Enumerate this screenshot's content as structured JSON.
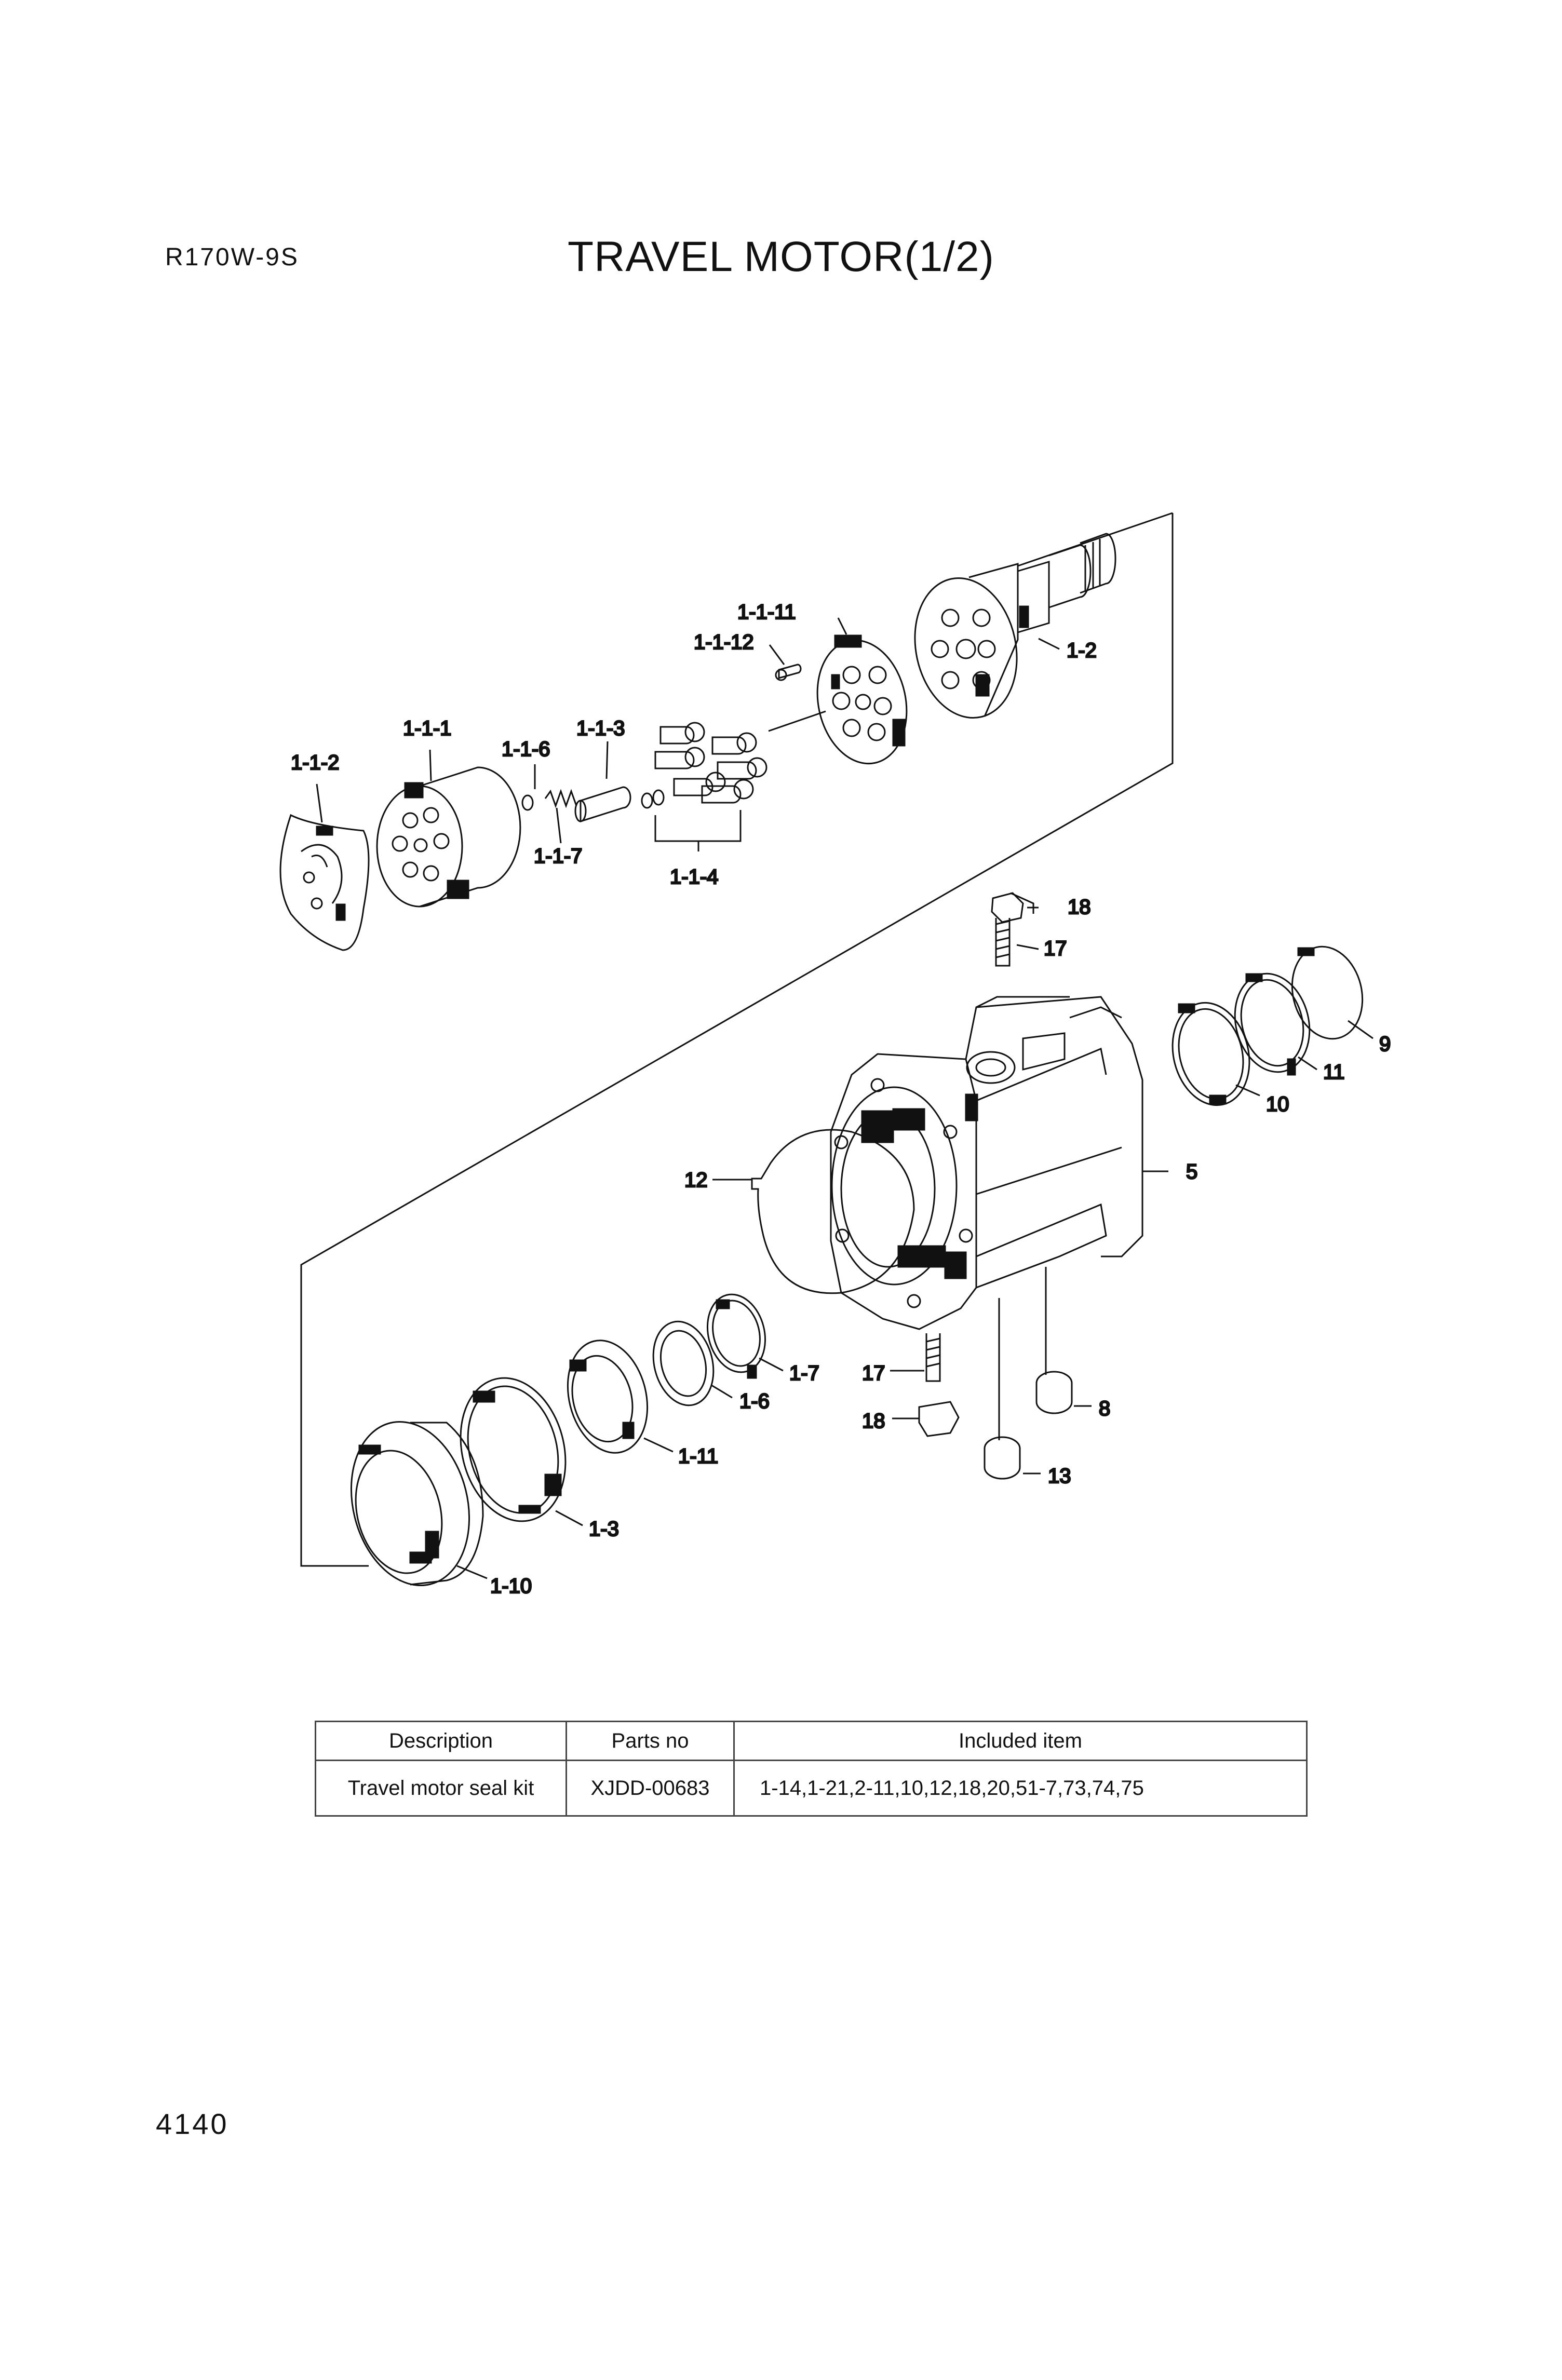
{
  "header": {
    "model": "R170W-9S",
    "title": "TRAVEL MOTOR(1/2)"
  },
  "callouts": {
    "c_1_1_11": "1-1-11",
    "c_1_1_12": "1-1-12",
    "c_1_2": "1-2",
    "c_1_1_1": "1-1-1",
    "c_1_1_3": "1-1-3",
    "c_1_1_6": "1-1-6",
    "c_1_1_2": "1-1-2",
    "c_1_1_7": "1-1-7",
    "c_1_1_4": "1-1-4",
    "c_18_top": "18",
    "c_17_top": "17",
    "c_9": "9",
    "c_11": "11",
    "c_10": "10",
    "c_5": "5",
    "c_12": "12",
    "c_1_7": "1-7",
    "c_17_low": "17",
    "c_1_6": "1-6",
    "c_8": "8",
    "c_18_low": "18",
    "c_1_11": "1-11",
    "c_13": "13",
    "c_1_3": "1-3",
    "c_1_10": "1-10"
  },
  "kit_table": {
    "headers": [
      "Description",
      "Parts no",
      "Included item"
    ],
    "rows": [
      [
        "Travel motor seal kit",
        "XJDD-00683",
        "1-14,1-21,2-11,10,12,18,20,51-7,73,74,75"
      ]
    ]
  },
  "footer": {
    "page": "4140"
  }
}
